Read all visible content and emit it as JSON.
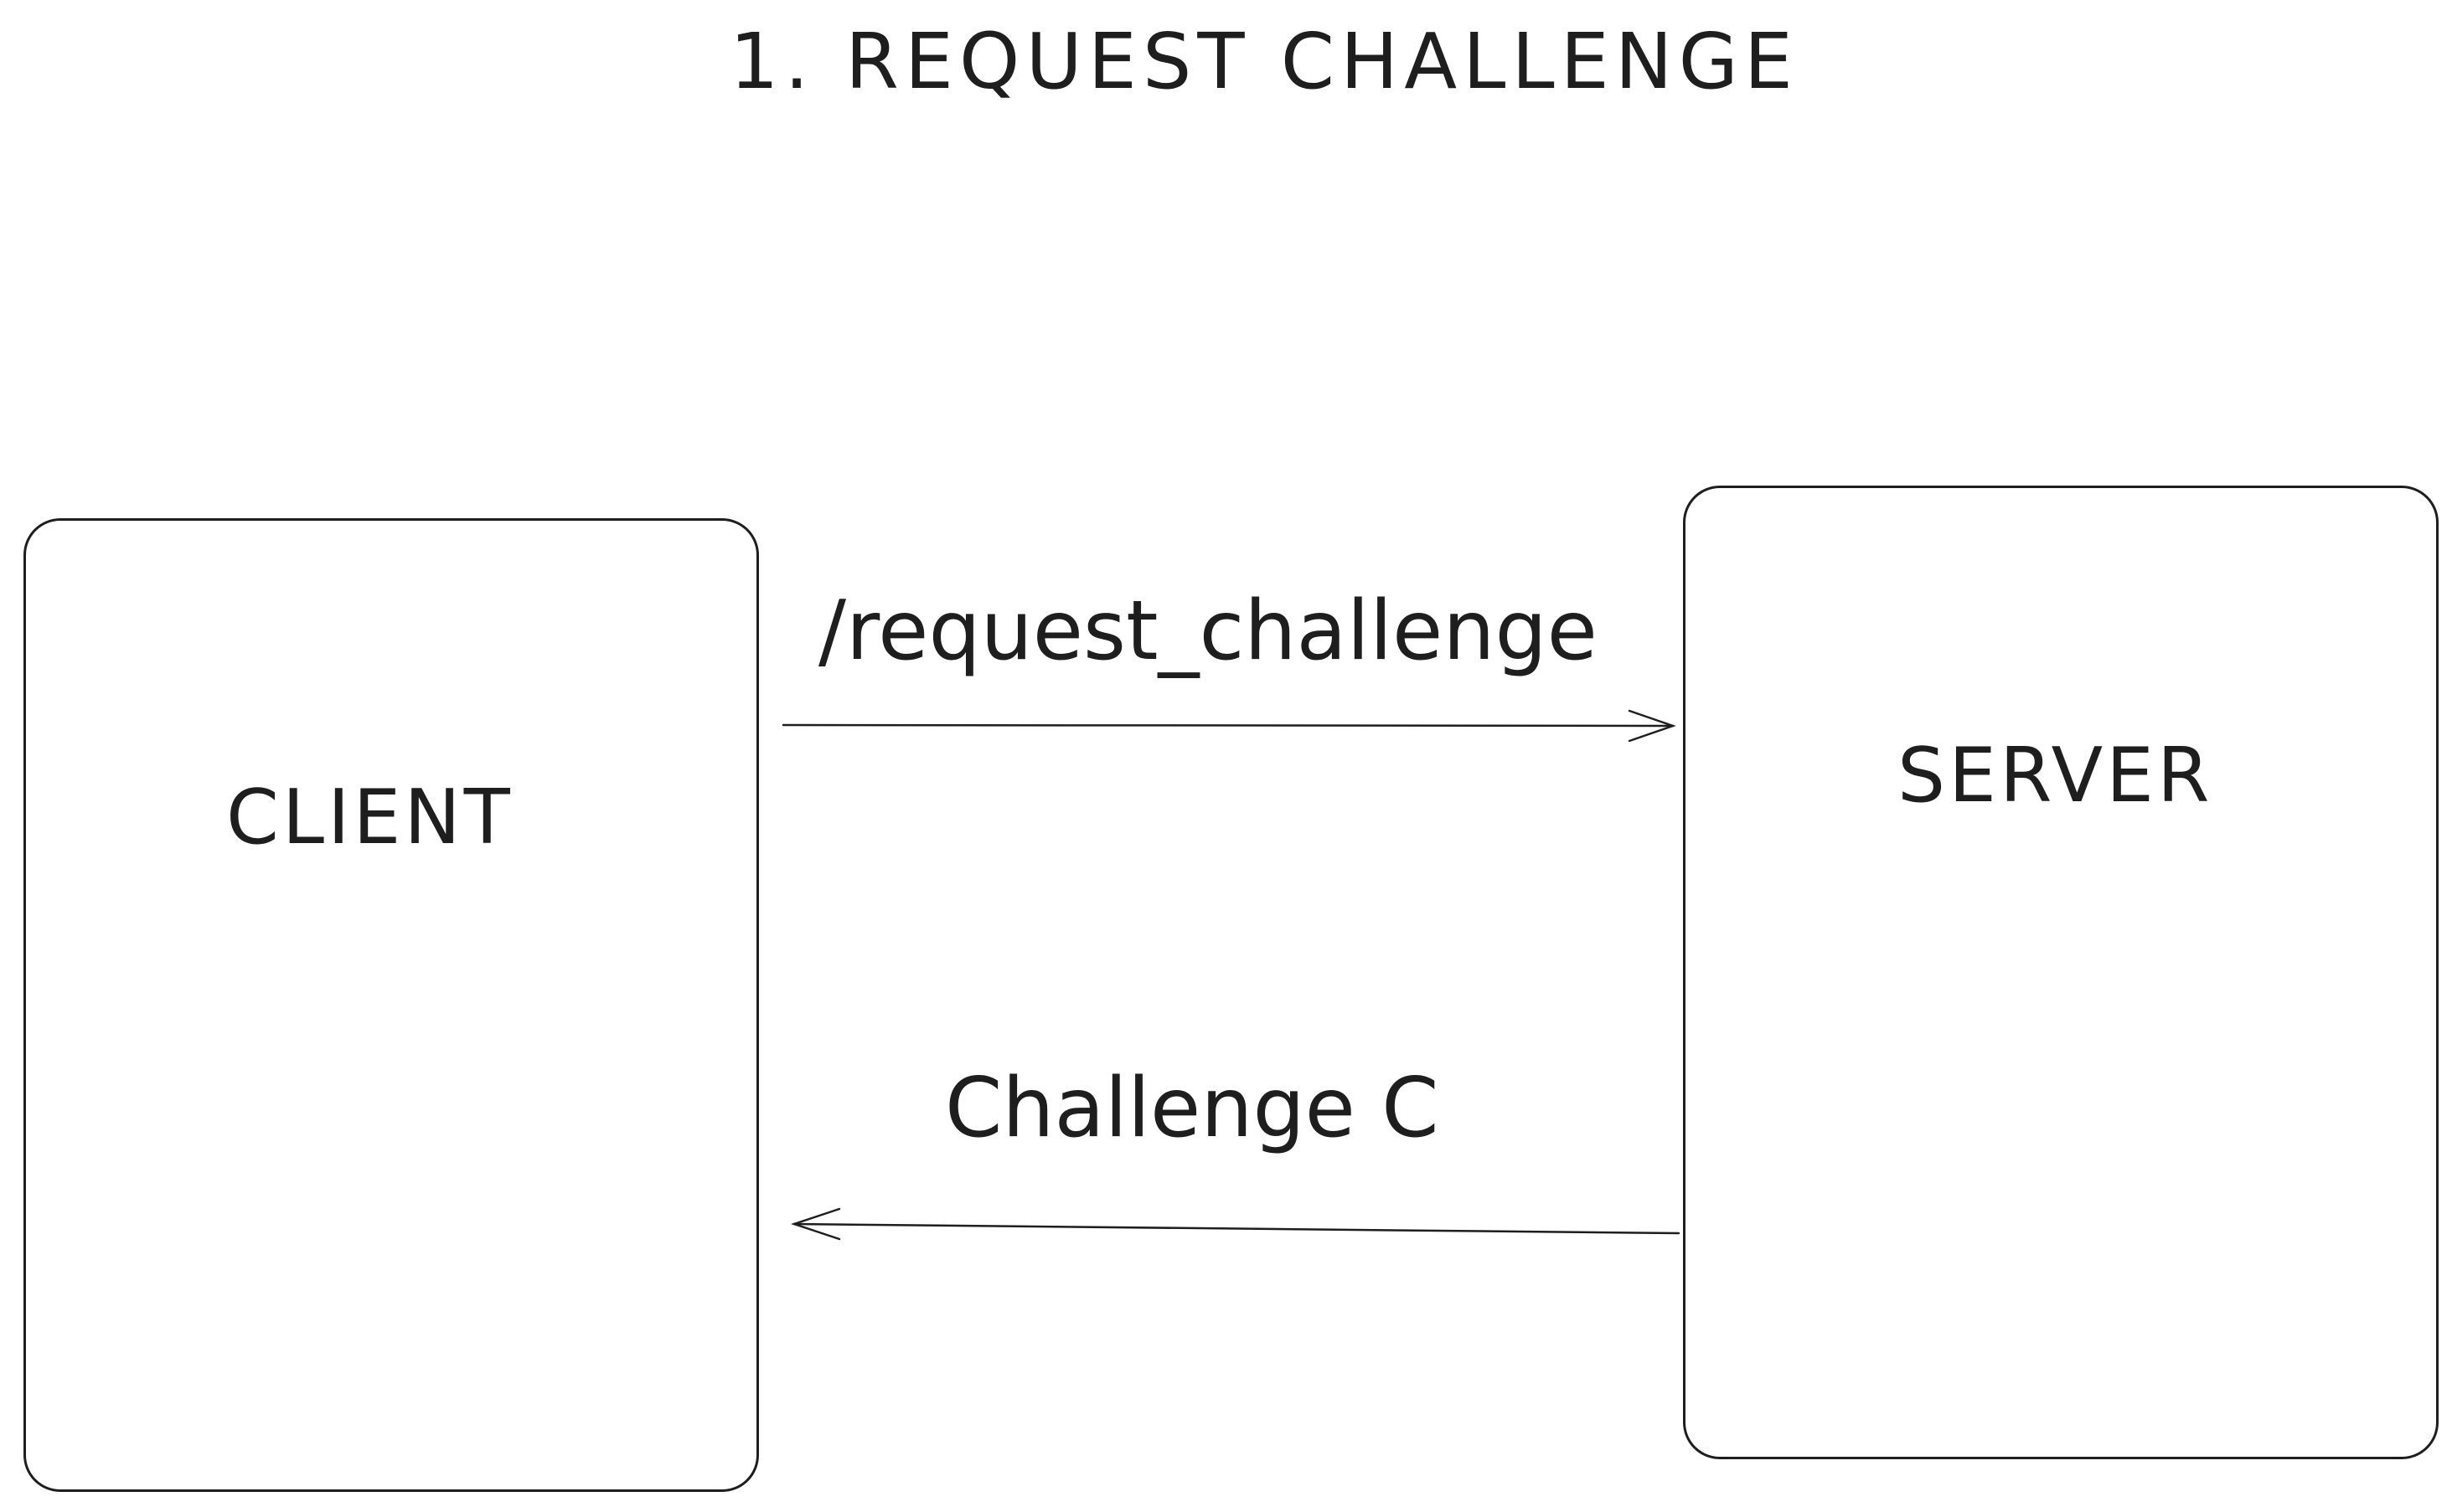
{
  "title": "1. REQUEST CHALLENGE",
  "nodes": {
    "client": {
      "label": "CLIENT"
    },
    "server": {
      "label": "SERVER"
    }
  },
  "edges": {
    "request": {
      "label": "/request_challenge",
      "from": "CLIENT",
      "to": "SERVER"
    },
    "response": {
      "label": "Challenge C",
      "from": "SERVER",
      "to": "CLIENT"
    }
  }
}
